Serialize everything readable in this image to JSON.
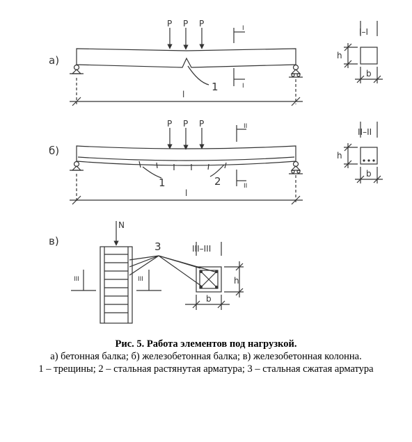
{
  "figure": {
    "a": {
      "label": "a)",
      "loads": [
        "P",
        "P",
        "P"
      ],
      "section": "I–I",
      "section_mark_top": "I",
      "section_mark_bottom": "I",
      "marker": "1",
      "span": "l",
      "h": "h",
      "b": "b"
    },
    "b": {
      "label": "б)",
      "loads": [
        "P",
        "P",
        "P"
      ],
      "section": "II–II",
      "section_mark_top": "II",
      "section_mark_bottom": "II",
      "marker1": "1",
      "marker2": "2",
      "span": "l",
      "h": "h",
      "b": "b"
    },
    "c": {
      "label": "в)",
      "load": "N",
      "marker": "3",
      "section": "III–III",
      "section_mark_left": "III",
      "section_mark_right": "III",
      "h": "h",
      "b": "b"
    }
  },
  "caption": {
    "title": "Рис. 5.  Работа элементов под нагрузкой.",
    "line2": "а) бетонная балка; б) железобетонная балка; в) железобетонная колонна.",
    "line3": "1 – трещины; 2 – стальная растянутая арматура; 3 – стальная сжатая арматура"
  }
}
